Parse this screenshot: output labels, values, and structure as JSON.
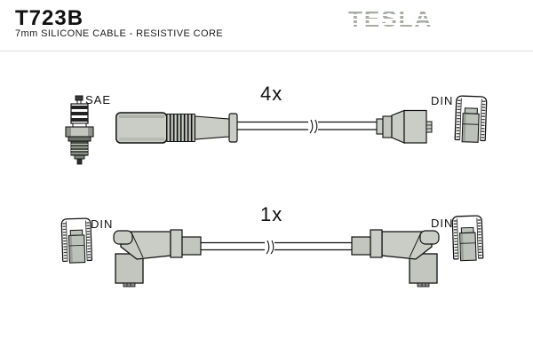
{
  "header": {
    "part_number": "T723B",
    "subtitle": "7mm SILICONE CABLE - RESISTIVE CORE",
    "brand_logo": "TESLA"
  },
  "diagram": {
    "top_assembly": {
      "quantity_label": "4x",
      "plug_end_label": "SAE",
      "distributor_end_label": "DIN",
      "components": [
        "spark-plug",
        "straight-plug-boot-with-bellows",
        "cable-with-break",
        "cone-connector",
        "din-boot-cross-section"
      ]
    },
    "bottom_assembly": {
      "quantity_label": "1x",
      "left_end_label": "DIN",
      "right_end_label": "DIN",
      "components": [
        "din-boot-cross-section",
        "elbow-boot-connector",
        "cable-with-break",
        "elbow-boot-connector",
        "din-boot-cross-section"
      ]
    }
  },
  "colors": {
    "outline": "#1c1c1c",
    "boot_fill": "#c9cdc6",
    "boot_shade": "#aab0a7",
    "brand_gray": "#a7aca4",
    "separator_line": "#dedede"
  }
}
